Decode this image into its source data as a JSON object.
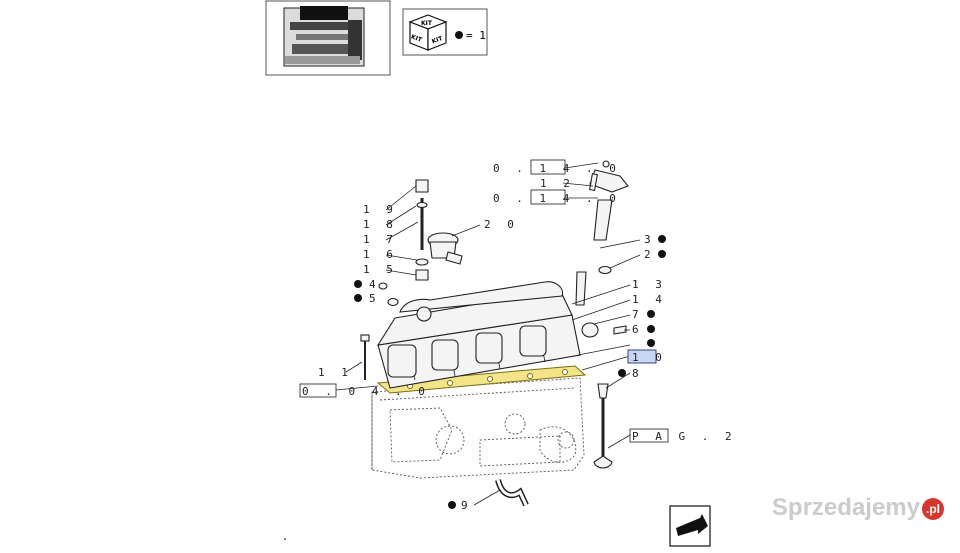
{
  "kit_legend": {
    "kit_text": "KIT",
    "equals_text": "= 1"
  },
  "callouts": {
    "ref_0140_a": "0 . 1 4 . 0",
    "n12": "1 2",
    "ref_0140_b": "0 . 1 4 . 0",
    "n19": "1 9",
    "n18": "1 8",
    "n17": "1 7",
    "n16": "1 6",
    "n15": "1 5",
    "n20": "2 0",
    "n3": "3",
    "n2": "2",
    "n4": "4",
    "n5": "5",
    "n13": "1 3",
    "n14": "1 4",
    "n7": "7",
    "n6": "6",
    "n10": "1 0",
    "n11": "1 1",
    "n8": "8",
    "ref_0040": "0 . 0 4 . 0",
    "pag": "P A G . 2",
    "n9": "9"
  },
  "watermark": {
    "text": "Sprzedajemy",
    "badge": ".pl"
  },
  "colors": {
    "highlight": "#c9d6f2",
    "gasket": "#f3e48a",
    "badge": "#d7362f"
  },
  "icons": [
    "engine-thumbnail-icon",
    "kit-cube-icon",
    "next-page-arrow-icon"
  ]
}
